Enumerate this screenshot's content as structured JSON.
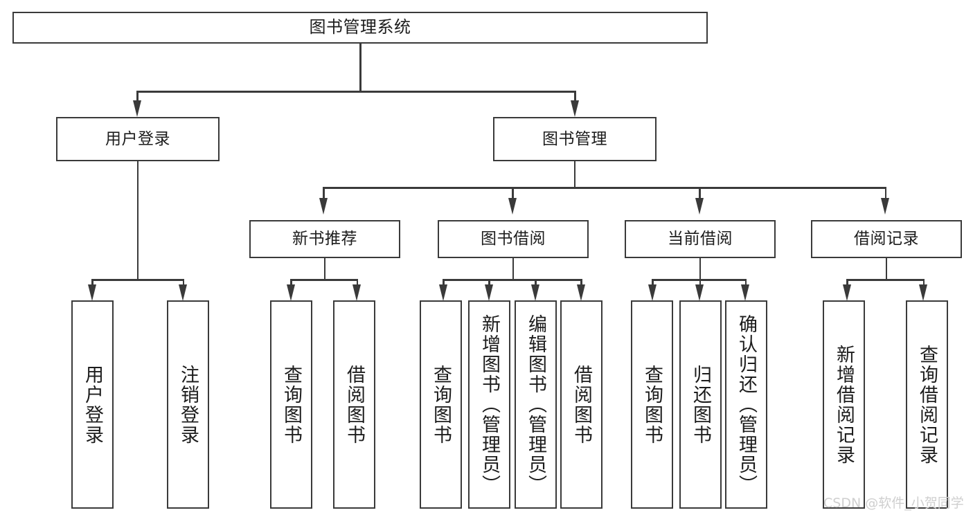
{
  "diagram": {
    "title": "图书管理系统",
    "type": "hierarchy-tree",
    "background_color": "#ffffff",
    "line_color": "#3a3a3a",
    "text_color": "#1c1c1c"
  },
  "nodes": {
    "root": {
      "label": "图书管理系统"
    },
    "level2": [
      {
        "label": "用户登录"
      },
      {
        "label": "图书管理"
      }
    ],
    "level3": [
      {
        "label": "新书推荐"
      },
      {
        "label": "图书借阅"
      },
      {
        "label": "当前借阅"
      },
      {
        "label": "借阅记录"
      }
    ],
    "leaves": [
      {
        "label": "用户登录"
      },
      {
        "label": "注销登录"
      },
      {
        "label": "查询图书"
      },
      {
        "label": "借阅图书"
      },
      {
        "label": "查询图书"
      },
      {
        "label": "新增图书（管理员）"
      },
      {
        "label": "编辑图书（管理员）"
      },
      {
        "label": "借阅图书"
      },
      {
        "label": "查询图书"
      },
      {
        "label": "归还图书"
      },
      {
        "label": "确认归还（管理员）"
      },
      {
        "label": "新增借阅记录"
      },
      {
        "label": "查询借阅记录"
      }
    ]
  },
  "watermark": {
    "text": "CSDN @软件_小贺同学",
    "color": "#cfcfcf"
  }
}
